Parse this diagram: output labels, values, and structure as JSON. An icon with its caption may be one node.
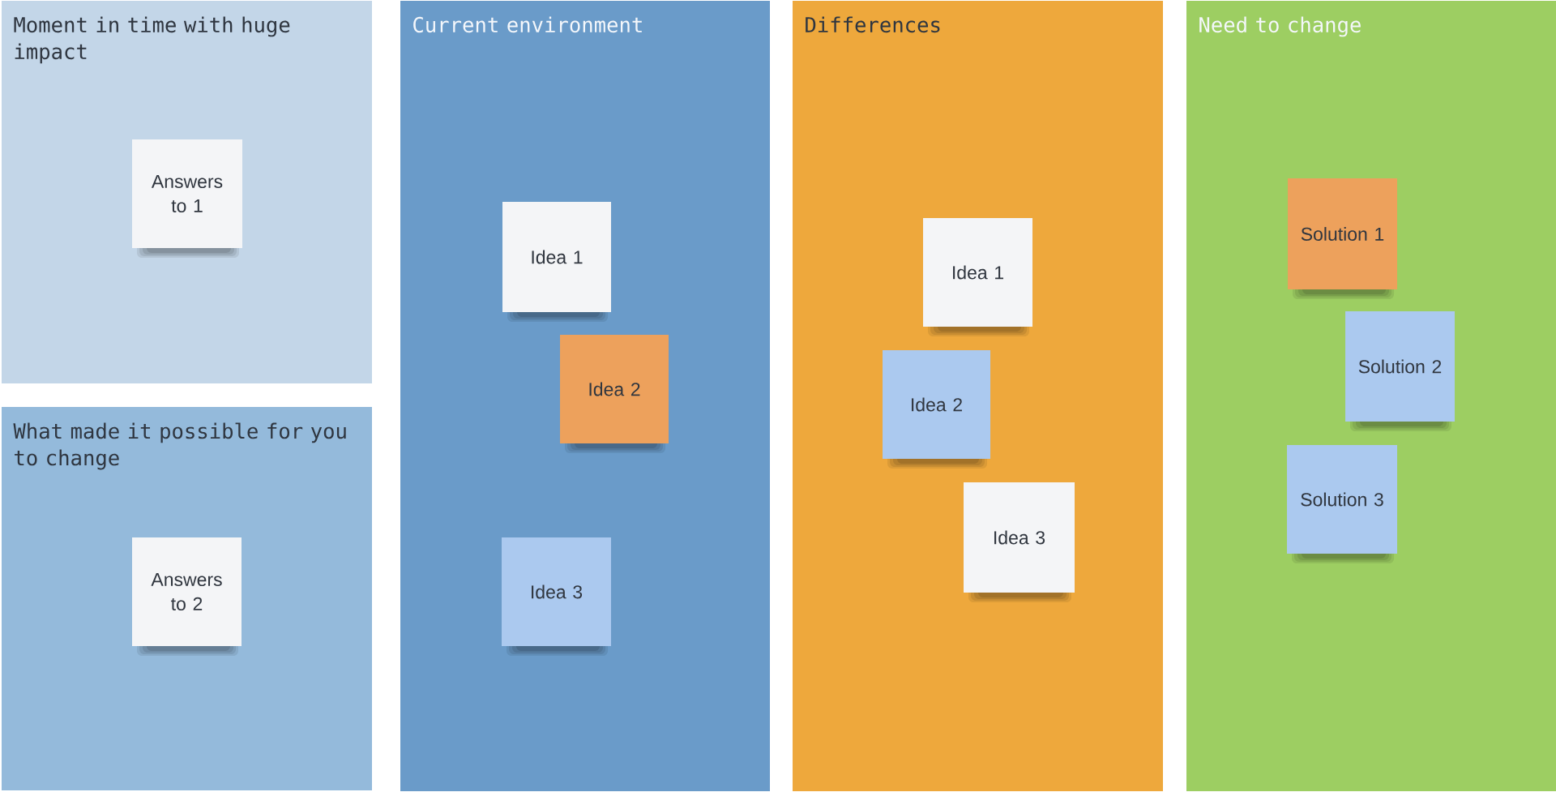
{
  "diagram": {
    "nodes": [
      {
        "text": [
          "Moment in time with huge impact"
        ]
      },
      {
        "text": [
          "Answers to 1"
        ],
        "in": 0
      },
      {
        "text": [
          "What made it possible for you to change"
        ]
      },
      {
        "text": [
          "Answers to 2"
        ],
        "in": 2
      },
      {
        "text": [
          "Current environment"
        ]
      },
      {
        "text": [
          "Idea 1"
        ],
        "in": 4
      },
      {
        "text": [
          "Idea 2"
        ],
        "in": 4
      },
      {
        "text": [
          "Idea 3"
        ],
        "in": 4
      },
      {
        "text": [
          "Differences"
        ]
      },
      {
        "text": [
          "Idea 1"
        ],
        "in": 8
      },
      {
        "text": [
          "Idea 2"
        ],
        "in": 8
      },
      {
        "text": [
          "Idea 3"
        ],
        "in": 8
      },
      {
        "text": [
          "Need to change"
        ]
      },
      {
        "text": [
          "Solution 1"
        ],
        "in": 12
      },
      {
        "text": [
          "Solution 2"
        ],
        "in": 12
      },
      {
        "text": [
          "Solution 3"
        ],
        "in": 12
      }
    ]
  }
}
